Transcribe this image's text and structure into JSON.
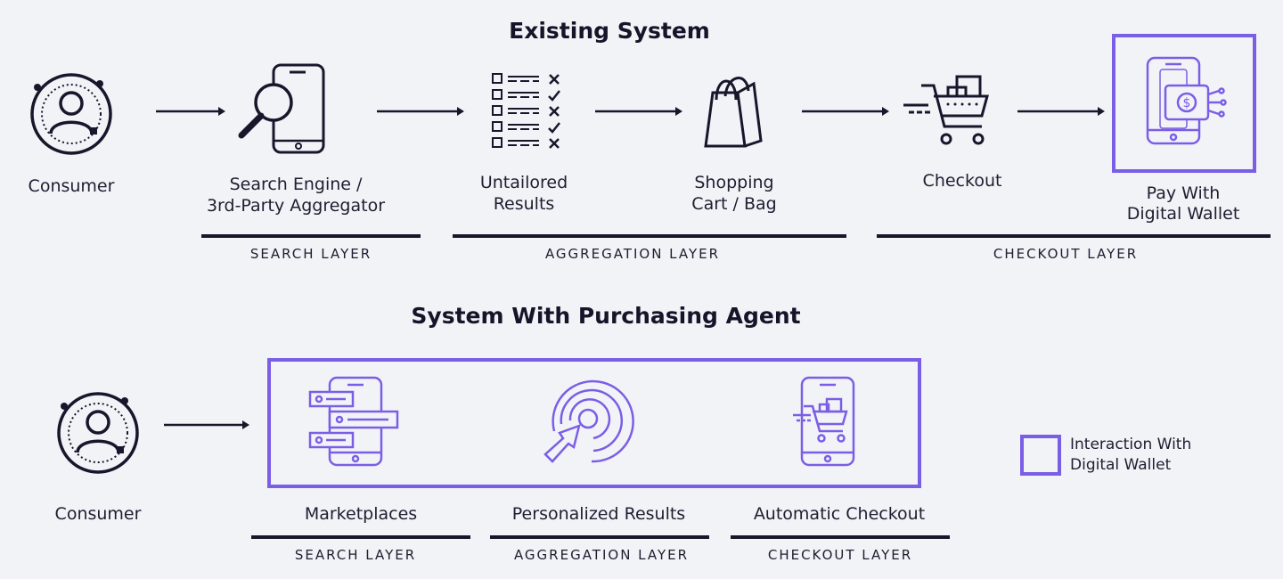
{
  "existing": {
    "title": "Existing System",
    "steps": {
      "consumer": "Consumer",
      "search": [
        "Search Engine /",
        "3rd-Party Aggregator"
      ],
      "results": [
        "Untailored",
        "Results"
      ],
      "cart": [
        "Shopping",
        "Cart / Bag"
      ],
      "checkout": "Checkout",
      "wallet": [
        "Pay With",
        "Digital Wallet"
      ]
    },
    "layers": [
      "SEARCH LAYER",
      "AGGREGATION LAYER",
      "CHECKOUT LAYER"
    ]
  },
  "agent": {
    "title": "System With Purchasing Agent",
    "steps": {
      "consumer": "Consumer",
      "marketplaces": "Marketplaces",
      "personalized": "Personalized Results",
      "auto_checkout": "Automatic Checkout"
    },
    "layers": [
      "SEARCH LAYER",
      "AGGREGATION LAYER",
      "CHECKOUT LAYER"
    ]
  },
  "legend": {
    "lines": [
      "Interaction With",
      "Digital Wallet"
    ]
  },
  "colors": {
    "accent": "#7b5ee6",
    "ink": "#16172b",
    "background": "#f2f3f7"
  }
}
